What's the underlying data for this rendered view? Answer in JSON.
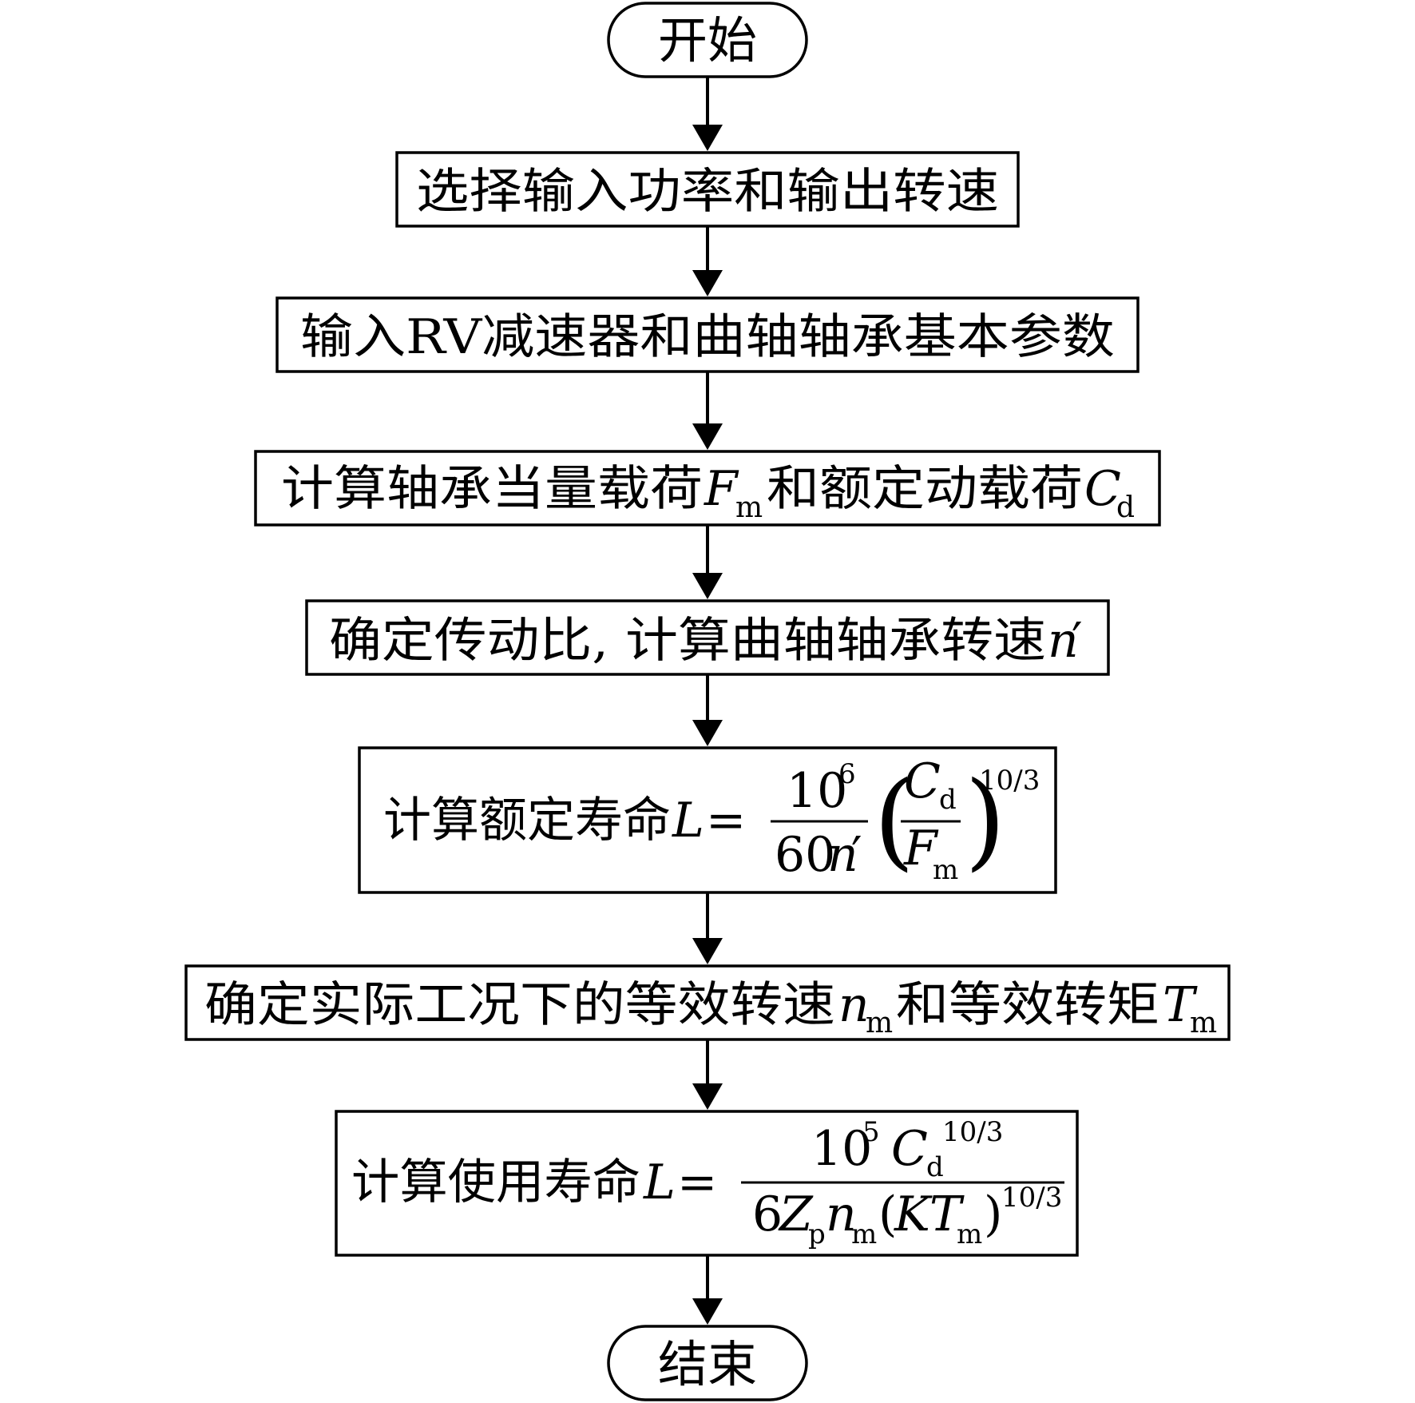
{
  "flowchart": {
    "start": "开始",
    "end": "结束",
    "steps": {
      "s1": {
        "text": "选择输入功率和输出转速"
      },
      "s2": {
        "text": "输入RV减速器和曲轴轴承基本参数"
      },
      "s3": {
        "prefix": "计算轴承当量载荷",
        "var1": "F",
        "sub1": "m",
        "middle": "和额定动载荷",
        "var2": "C",
        "sub2": "d"
      },
      "s4": {
        "prefix": "确定传动比, 计算曲轴轴承转速",
        "var": "n",
        "prime": "′"
      },
      "s5": {
        "prefix": "计算额定寿命",
        "lhs": "L",
        "eq": "=",
        "frac1_num_base": "10",
        "frac1_num_exp": "6",
        "frac1_den_coef": "60",
        "frac1_den_var": "n",
        "frac1_den_prime": "′",
        "lparen": "(",
        "rparen": ")",
        "frac2_num_var": "C",
        "frac2_num_sub": "d",
        "frac2_den_var": "F",
        "frac2_den_sub": "m",
        "exp": "10/3"
      },
      "s6": {
        "prefix": "确定实际工况下的等效转速",
        "var1": "n",
        "sub1": "m",
        "middle": "和等效转矩",
        "var2": "T",
        "sub2": "m"
      },
      "s7": {
        "prefix": "计算使用寿命",
        "lhs": "L",
        "eq": "=",
        "num_base": "10",
        "num_exp": "5",
        "num_var": "C",
        "num_sub": "d",
        "num_var_exp": "10/3",
        "den_coef": "6",
        "den_var1": "Z",
        "den_sub1": "p",
        "den_var2": "n",
        "den_sub2": "m",
        "den_lparen": "(",
        "den_var3": "K",
        "den_var4": "T",
        "den_sub4": "m",
        "den_rparen": ")",
        "den_exp": "10/3"
      }
    }
  }
}
